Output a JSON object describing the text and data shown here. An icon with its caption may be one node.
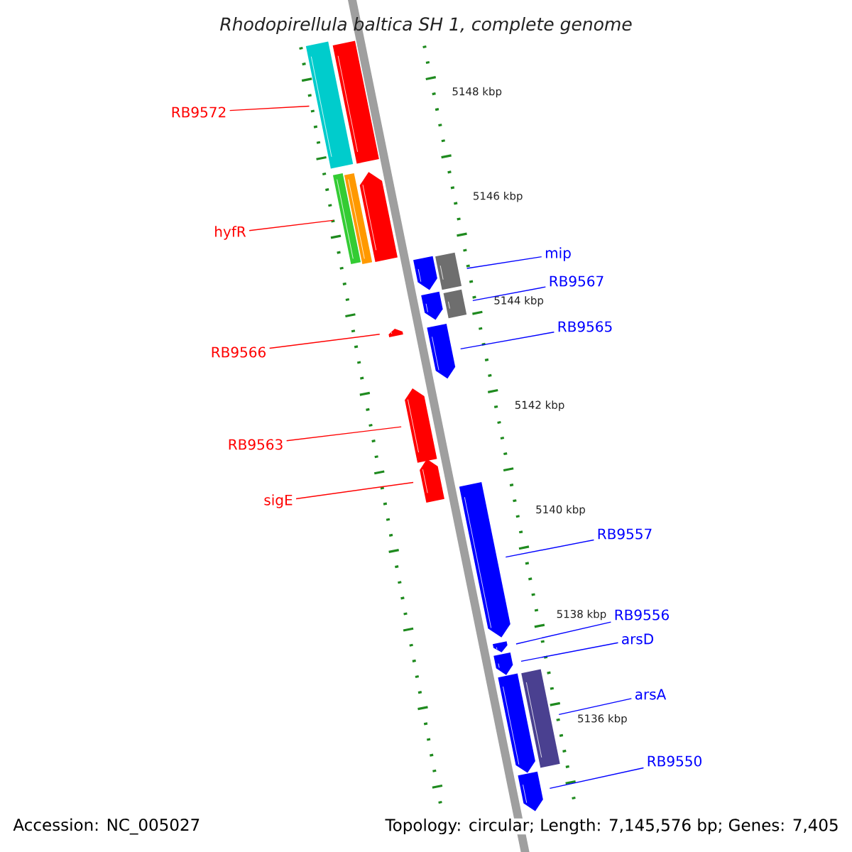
{
  "diagram": {
    "title": "Rhodopirellula baltica SH 1, complete genome",
    "nodes": [
      {
        "text": [
          "RB9572"
        ]
      },
      {
        "text": [
          "hyfR"
        ]
      },
      {
        "text": [
          "RB9566"
        ]
      },
      {
        "text": [
          "RB9563"
        ]
      },
      {
        "text": [
          "sigE"
        ]
      },
      {
        "text": [
          "mip"
        ]
      },
      {
        "text": [
          "RB9567"
        ]
      },
      {
        "text": [
          "RB9565"
        ]
      },
      {
        "text": [
          "RB9557"
        ]
      },
      {
        "text": [
          "RB9556"
        ]
      },
      {
        "text": [
          "arsD"
        ]
      },
      {
        "text": [
          "arsA"
        ]
      },
      {
        "text": [
          "RB9550"
        ]
      },
      {
        "text": [],
        "shape": "bar"
      },
      {
        "text": [],
        "shape": "bar"
      },
      {
        "text": [],
        "shape": "bar"
      },
      {
        "text": [],
        "shape": "bar"
      },
      {
        "text": [],
        "shape": "pentagon"
      },
      {
        "text": [],
        "shape": "pentagon"
      },
      {
        "text": [],
        "shape": "bar"
      },
      {
        "text": [],
        "shape": "pentagon"
      },
      {
        "text": [],
        "shape": "bar"
      },
      {
        "text": [],
        "shape": "pentagon"
      },
      {
        "text": [],
        "shape": "pentagon"
      },
      {
        "text": [],
        "shape": "pentagon"
      },
      {
        "text": [],
        "shape": "pentagon"
      },
      {
        "text": [],
        "shape": "pentagon"
      },
      {
        "text": [],
        "shape": "pentagon"
      },
      {
        "text": [],
        "shape": "pentagon"
      },
      {
        "text": [],
        "shape": "bar"
      },
      {
        "text": [],
        "shape": "pentagon"
      },
      {
        "text": [],
        "shape": "pentagon"
      }
    ],
    "edges": [
      {
        "from": 0,
        "to": 13,
        "arrow": "none",
        "color": "#ff0000"
      },
      {
        "from": 1,
        "to": 15,
        "arrow": "none",
        "color": "#ff0000"
      },
      {
        "from": 2,
        "to": 22,
        "arrow": "none",
        "color": "#ff0000"
      },
      {
        "from": 3,
        "to": 24,
        "arrow": "none",
        "color": "#ff0000"
      },
      {
        "from": 4,
        "to": 25,
        "arrow": "none",
        "color": "#ff0000"
      },
      {
        "from": 5,
        "to": 19,
        "arrow": "none"
      },
      {
        "from": 6,
        "to": 21,
        "arrow": "none"
      },
      {
        "from": 7,
        "to": 23,
        "arrow": "none"
      },
      {
        "from": 8,
        "to": 26,
        "arrow": "none"
      },
      {
        "from": 9,
        "to": 27,
        "arrow": "none"
      },
      {
        "from": 10,
        "to": 28,
        "arrow": "none"
      },
      {
        "from": 11,
        "to": 29,
        "arrow": "none"
      },
      {
        "from": 12,
        "to": 31,
        "arrow": "none"
      }
    ],
    "labels": [
      "5148 kbp",
      "5146 kbp",
      "5144 kbp",
      "5142 kbp",
      "5140 kbp",
      "5138 kbp",
      "5136 kbp",
      "Accession: NC_005027",
      "Topology: circular; Length: 7,145,576 bp; Genes: 7,405"
    ]
  }
}
